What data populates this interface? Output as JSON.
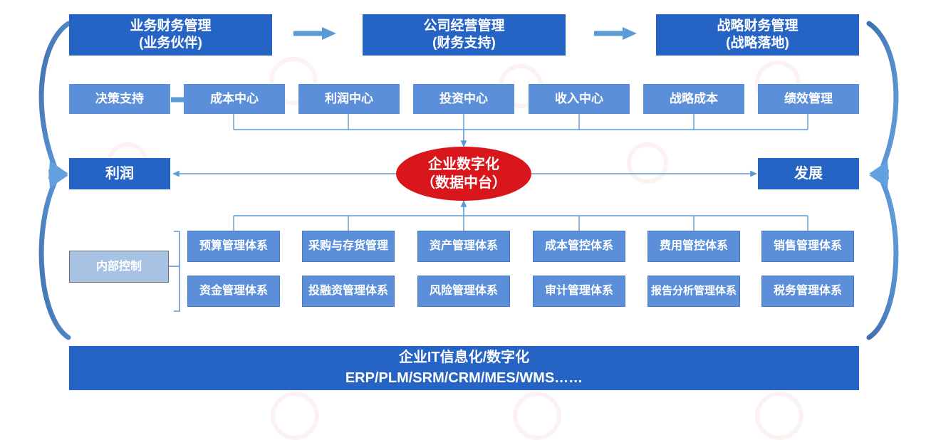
{
  "diagram": {
    "title_row": [
      {
        "id": "business-finance",
        "line1": "业务财务管理",
        "line2": "(业务伙伴)"
      },
      {
        "id": "company-operations",
        "line1": "公司经营管理",
        "line2": "(财务支持)"
      },
      {
        "id": "strategic-finance",
        "line1": "战略财务管理",
        "line2": "(战略落地)"
      }
    ],
    "centers_row": [
      {
        "id": "decision-support",
        "label": "决策支持"
      },
      {
        "id": "cost-center",
        "label": "成本中心"
      },
      {
        "id": "profit-center",
        "label": "利润中心"
      },
      {
        "id": "investment-center",
        "label": "投资中心"
      },
      {
        "id": "revenue-center",
        "label": "收入中心"
      },
      {
        "id": "strategic-cost",
        "label": "战略成本"
      },
      {
        "id": "performance-management",
        "label": "绩效管理"
      }
    ],
    "hub": {
      "line1": "企业数字化",
      "line2": "（数据中台）",
      "color": "#d9161c"
    },
    "left_outcome": {
      "id": "profit",
      "label": "利润"
    },
    "right_outcome": {
      "id": "development",
      "label": "发展"
    },
    "internal_control": {
      "id": "internal-control",
      "label": "内部控制"
    },
    "systems_grid": {
      "row1": [
        {
          "id": "budget",
          "label": "预算管理体系"
        },
        {
          "id": "procurement-inventory",
          "label": "采购与存货管理"
        },
        {
          "id": "asset",
          "label": "资产管理体系"
        },
        {
          "id": "cost-control",
          "label": "成本管控体系"
        },
        {
          "id": "expense-control",
          "label": "费用管控体系"
        },
        {
          "id": "sales",
          "label": "销售管理体系"
        }
      ],
      "row2": [
        {
          "id": "funds",
          "label": "资金管理体系"
        },
        {
          "id": "investment-financing",
          "label": "投融资管理体系"
        },
        {
          "id": "risk",
          "label": "风险管理体系"
        },
        {
          "id": "audit",
          "label": "审计管理体系"
        },
        {
          "id": "report-analysis",
          "label": "报告分析管理体系"
        },
        {
          "id": "tax",
          "label": "税务管理体系"
        }
      ]
    },
    "footer_banner": {
      "line1": "企业IT信息化/数字化",
      "line2": "ERP/PLM/SRM/CRM/MES/WMS……"
    },
    "colors": {
      "dark_blue": "#2563c4",
      "light_blue": "#5b8fd9",
      "accent_red": "#d9161c",
      "connector_blue": "#5b9bd5",
      "arc_blue": "#4a7ebc",
      "control_fill": "#a8c2e4"
    },
    "arrow_icons": [
      {
        "id": "arrow-t1-t2",
        "name": "right-arrow-icon"
      },
      {
        "id": "arrow-t2-t3",
        "name": "right-arrow-icon"
      },
      {
        "id": "arrow-decision-cost",
        "name": "right-arrow-icon"
      }
    ]
  }
}
